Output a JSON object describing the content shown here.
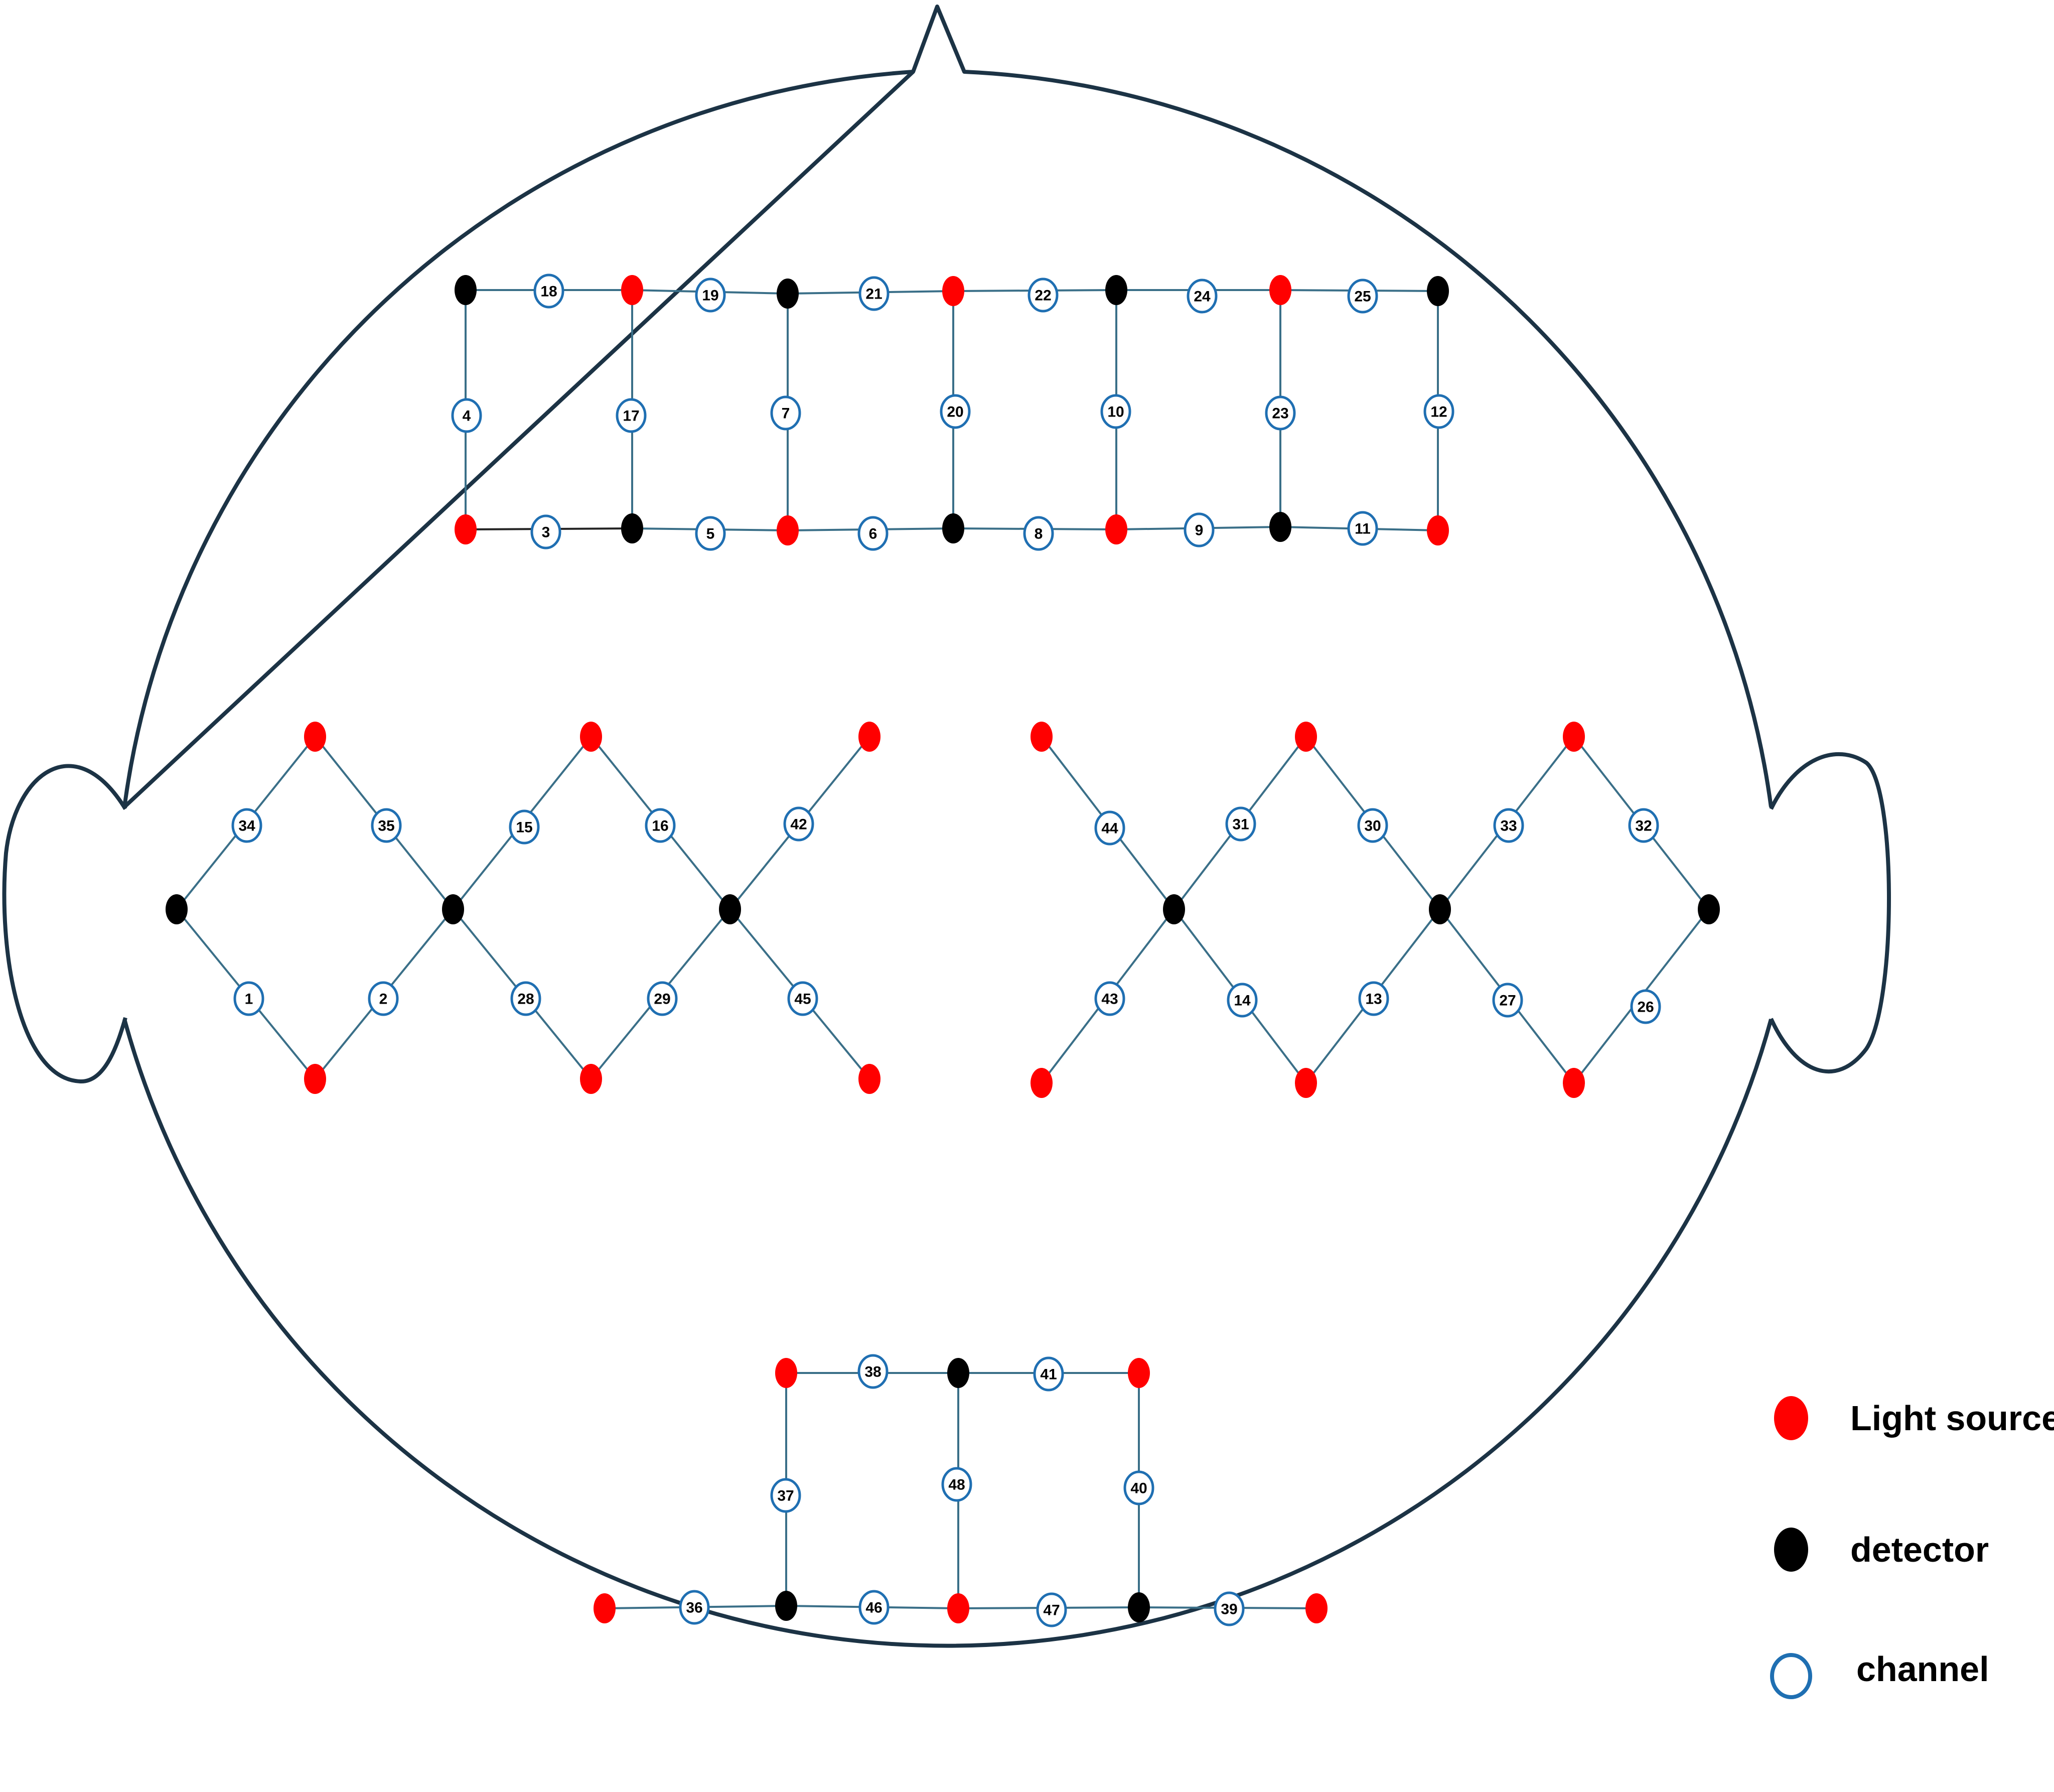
{
  "colors": {
    "light_source": "#ff0000",
    "detector": "#000000",
    "channel_ring": "#1f6fb2",
    "head_outline": "#1c3345"
  },
  "legend": {
    "light_source": "Light source",
    "detector": "detector",
    "channel": "channel"
  },
  "optodes": [
    {
      "id": "D1",
      "type": "detector"
    },
    {
      "id": "S1",
      "type": "source"
    },
    {
      "id": "D2",
      "type": "detector"
    },
    {
      "id": "S2",
      "type": "source"
    },
    {
      "id": "D3",
      "type": "detector"
    },
    {
      "id": "S3",
      "type": "source"
    },
    {
      "id": "D4",
      "type": "detector"
    },
    {
      "id": "S4",
      "type": "source"
    },
    {
      "id": "D5",
      "type": "detector"
    },
    {
      "id": "S5",
      "type": "source"
    },
    {
      "id": "D6",
      "type": "detector"
    },
    {
      "id": "S6",
      "type": "source"
    },
    {
      "id": "D7",
      "type": "detector"
    },
    {
      "id": "S7",
      "type": "source"
    },
    {
      "id": "S8",
      "type": "source"
    },
    {
      "id": "S9",
      "type": "source"
    },
    {
      "id": "S10",
      "type": "source"
    },
    {
      "id": "D8",
      "type": "detector"
    },
    {
      "id": "D9",
      "type": "detector"
    },
    {
      "id": "D10",
      "type": "detector"
    },
    {
      "id": "S11",
      "type": "source"
    },
    {
      "id": "S12",
      "type": "source"
    },
    {
      "id": "S13",
      "type": "source"
    },
    {
      "id": "S14",
      "type": "source"
    },
    {
      "id": "S15",
      "type": "source"
    },
    {
      "id": "S16",
      "type": "source"
    },
    {
      "id": "D11",
      "type": "detector"
    },
    {
      "id": "D12",
      "type": "detector"
    },
    {
      "id": "D13",
      "type": "detector"
    },
    {
      "id": "S17",
      "type": "source"
    },
    {
      "id": "S18",
      "type": "source"
    },
    {
      "id": "S19",
      "type": "source"
    },
    {
      "id": "S20",
      "type": "source"
    },
    {
      "id": "D14",
      "type": "detector"
    },
    {
      "id": "S21",
      "type": "source"
    },
    {
      "id": "S22",
      "type": "source"
    },
    {
      "id": "D15",
      "type": "detector"
    },
    {
      "id": "S23",
      "type": "source"
    },
    {
      "id": "D16",
      "type": "detector"
    },
    {
      "id": "S24",
      "type": "source"
    }
  ],
  "channels": [
    {
      "label": "18",
      "a": "D1",
      "b": "S1"
    },
    {
      "label": "19",
      "a": "S1",
      "b": "D2"
    },
    {
      "label": "21",
      "a": "D2",
      "b": "S2"
    },
    {
      "label": "22",
      "a": "S2",
      "b": "D3"
    },
    {
      "label": "24",
      "a": "D3",
      "b": "S3"
    },
    {
      "label": "25",
      "a": "S3",
      "b": "D4"
    },
    {
      "label": "4",
      "a": "D1",
      "b": "S4"
    },
    {
      "label": "17",
      "a": "S1",
      "b": "D5"
    },
    {
      "label": "7",
      "a": "D2",
      "b": "S5"
    },
    {
      "label": "20",
      "a": "S2",
      "b": "D6"
    },
    {
      "label": "10",
      "a": "D3",
      "b": "S6"
    },
    {
      "label": "23",
      "a": "S3",
      "b": "D7"
    },
    {
      "label": "12",
      "a": "D4",
      "b": "S7"
    },
    {
      "label": "3",
      "a": "S4",
      "b": "D5"
    },
    {
      "label": "5",
      "a": "D5",
      "b": "S5"
    },
    {
      "label": "6",
      "a": "S5",
      "b": "D6"
    },
    {
      "label": "8",
      "a": "D6",
      "b": "S6"
    },
    {
      "label": "9",
      "a": "S6",
      "b": "D7"
    },
    {
      "label": "11",
      "a": "D7",
      "b": "S7"
    },
    {
      "label": "34",
      "a": "D8",
      "b": "S8"
    },
    {
      "label": "35",
      "a": "S8",
      "b": "D9"
    },
    {
      "label": "15",
      "a": "D9",
      "b": "S9"
    },
    {
      "label": "16",
      "a": "S9",
      "b": "D10"
    },
    {
      "label": "42",
      "a": "D10",
      "b": "S10"
    },
    {
      "label": "1",
      "a": "D8",
      "b": "S11"
    },
    {
      "label": "2",
      "a": "S11",
      "b": "D9"
    },
    {
      "label": "28",
      "a": "D9",
      "b": "S12"
    },
    {
      "label": "29",
      "a": "S12",
      "b": "D10"
    },
    {
      "label": "45",
      "a": "D10",
      "b": "S13"
    },
    {
      "label": "44",
      "a": "S14",
      "b": "D11"
    },
    {
      "label": "31",
      "a": "D11",
      "b": "S15"
    },
    {
      "label": "30",
      "a": "S15",
      "b": "D12"
    },
    {
      "label": "33",
      "a": "D12",
      "b": "S16"
    },
    {
      "label": "32",
      "a": "S16",
      "b": "D13"
    },
    {
      "label": "43",
      "a": "S17",
      "b": "D11"
    },
    {
      "label": "14",
      "a": "D11",
      "b": "S18"
    },
    {
      "label": "13",
      "a": "S18",
      "b": "D12"
    },
    {
      "label": "27",
      "a": "D12",
      "b": "S19"
    },
    {
      "label": "26",
      "a": "S19",
      "b": "D13"
    },
    {
      "label": "38",
      "a": "S20",
      "b": "D14"
    },
    {
      "label": "41",
      "a": "D14",
      "b": "S21"
    },
    {
      "label": "37",
      "a": "S20",
      "b": "D15"
    },
    {
      "label": "48",
      "a": "D14",
      "b": "S22"
    },
    {
      "label": "40",
      "a": "S21",
      "b": "D16"
    },
    {
      "label": "36",
      "a": "S23",
      "b": "D15"
    },
    {
      "label": "46",
      "a": "D15",
      "b": "S22"
    },
    {
      "label": "47",
      "a": "S22",
      "b": "D16"
    },
    {
      "label": "39",
      "a": "D16",
      "b": "S24"
    }
  ]
}
